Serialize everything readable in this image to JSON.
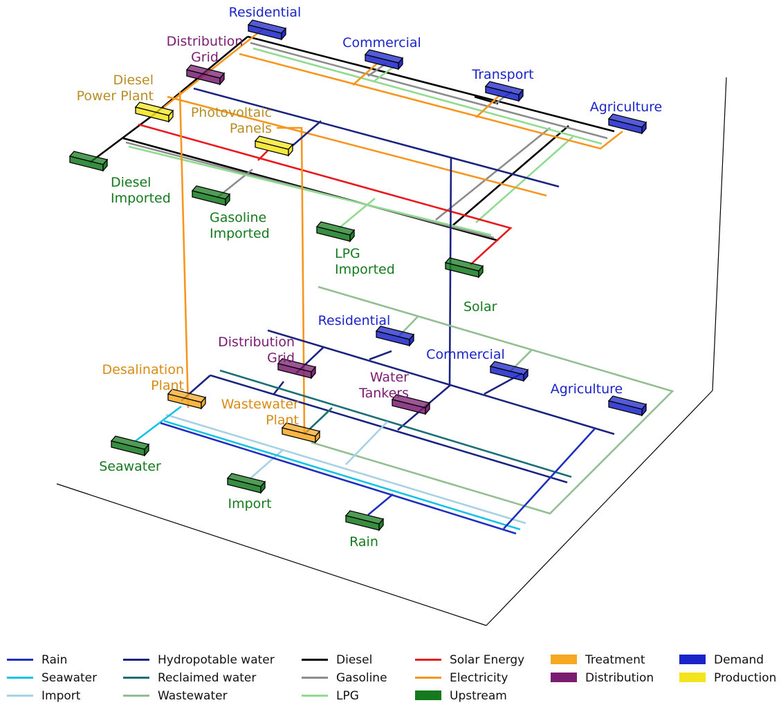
{
  "colors": {
    "rain": "#1c2fbf",
    "seawater": "#16c3e6",
    "import": "#a7d1e4",
    "hydropotable": "#1b2380",
    "reclaimed": "#1c6e78",
    "wastewater": "#92bf92",
    "diesel": "#000000",
    "gasoline": "#8c8c8c",
    "lpg": "#8fdb8f",
    "solar": "#e8181c",
    "electricity": "#f7961e",
    "treatment": "#f7a823",
    "distribution": "#7a1d70",
    "demand": "#1a24c9",
    "production": "#f4e41d",
    "upstream": "#157a1e"
  },
  "energy_layer": {
    "nodes": {
      "residential": "Residential",
      "distribution_grid": [
        "Distribution",
        "Grid"
      ],
      "commercial": "Commercial",
      "transport": "Transport",
      "agriculture": "Agriculture",
      "diesel_power_plant": [
        "Diesel",
        "Power Plant"
      ],
      "photovoltaic_panels": [
        "Photovoltaic",
        "Panels"
      ],
      "diesel_imported": [
        "Diesel",
        "Imported"
      ],
      "gasoline_imported": [
        "Gasoline",
        "Imported"
      ],
      "lpg_imported": [
        "LPG",
        "Imported"
      ],
      "solar": "Solar"
    }
  },
  "water_layer": {
    "nodes": {
      "residential": "Residential",
      "distribution_grid": [
        "Distribution",
        "Grid"
      ],
      "commercial": "Commercial",
      "water_tankers": [
        "Water",
        "Tankers"
      ],
      "agriculture": "Agriculture",
      "desalination_plant": [
        "Desalination",
        "Plant"
      ],
      "wastewater_plant": [
        "Wastewater",
        "Plant"
      ],
      "seawater": "Seawater",
      "import": "Import",
      "rain": "Rain"
    }
  },
  "legend": {
    "columns": [
      [
        {
          "label": "Rain",
          "kind": "line",
          "color_key": "rain"
        },
        {
          "label": "Seawater",
          "kind": "line",
          "color_key": "seawater"
        },
        {
          "label": "Import",
          "kind": "line",
          "color_key": "import"
        }
      ],
      [
        {
          "label": "Hydropotable water",
          "kind": "line",
          "color_key": "hydropotable"
        },
        {
          "label": "Reclaimed water",
          "kind": "line",
          "color_key": "reclaimed"
        },
        {
          "label": "Wastewater",
          "kind": "line",
          "color_key": "wastewater"
        }
      ],
      [
        {
          "label": "Diesel",
          "kind": "line",
          "color_key": "diesel"
        },
        {
          "label": "Gasoline",
          "kind": "line",
          "color_key": "gasoline"
        },
        {
          "label": "LPG",
          "kind": "line",
          "color_key": "lpg"
        }
      ],
      [
        {
          "label": "Solar Energy",
          "kind": "line",
          "color_key": "solar"
        },
        {
          "label": "Electricity",
          "kind": "line",
          "color_key": "electricity"
        },
        {
          "label": "Upstream",
          "kind": "patch",
          "color_key": "upstream"
        }
      ],
      [
        {
          "label": "Treatment",
          "kind": "patch",
          "color_key": "treatment"
        },
        {
          "label": "Distribution",
          "kind": "patch",
          "color_key": "distribution"
        }
      ],
      [
        {
          "label": "Demand",
          "kind": "patch",
          "color_key": "demand"
        },
        {
          "label": "Production",
          "kind": "patch",
          "color_key": "production"
        }
      ]
    ]
  }
}
